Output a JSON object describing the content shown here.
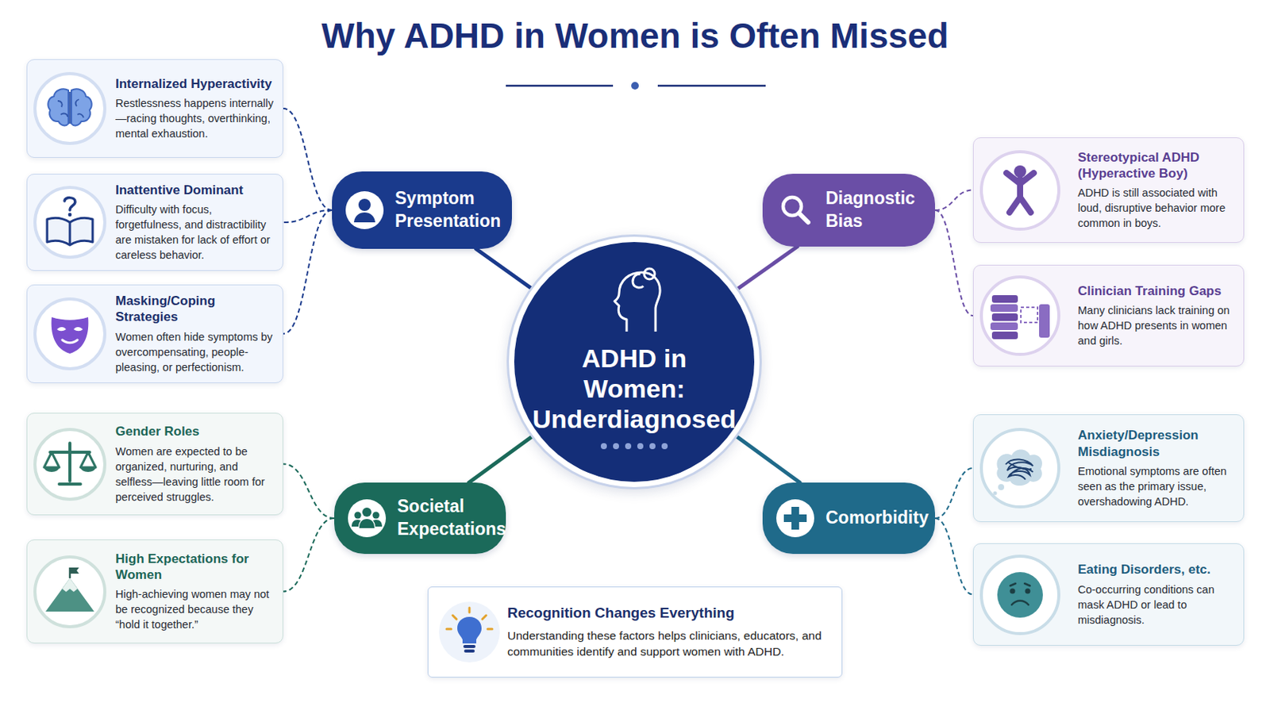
{
  "diagram": {
    "title": "Why ADHD in Women is Often Missed",
    "nodes": [
      {
        "text": [
          "Internalized Hyperactivity",
          "Restlessness happens internally—racing thoughts, overthinking, mental exhaustion."
        ]
      },
      {
        "text": [
          "Inattentive Dominant",
          "Difficulty with focus, forgetfulness, and distractibility are mistaken for lack of effort or careless behavior."
        ]
      },
      {
        "text": [
          "Masking/Coping Strategies",
          "Women often hide symptoms by overcompensating, people-pleasing, or perfectionism."
        ]
      },
      {
        "text": [
          "Symptom Presentation"
        ]
      },
      {
        "text": [
          "Diagnostic Bias"
        ]
      },
      {
        "text": [
          "Stereotypical ADHD (Hyperactive Boy)",
          "ADHD is still associated with loud, disruptive behavior more common in boys."
        ]
      },
      {
        "text": [
          "Clinician Training Gaps",
          "Many clinicians lack training on how ADHD presents in women and girls."
        ]
      },
      {
        "text": [
          "ADHD in Women: Underdiagnosed"
        ]
      },
      {
        "text": [
          "Gender Roles",
          "Women are expected to be organized, nurturing, and selfless—leaving little room for perceived struggles."
        ]
      },
      {
        "text": [
          "High Expectations for Women",
          "High-achieving women may not be recognized because they “hold it together.”"
        ]
      },
      {
        "text": [
          "Societal Expectations"
        ]
      },
      {
        "text": [
          "Comorbidity"
        ]
      },
      {
        "text": [
          "Anxiety/Depression Misdiagnosis",
          "Emotional symptoms are often seen as the primary issue, overshadowing ADHD."
        ]
      },
      {
        "text": [
          "Eating Disorders, etc.",
          "Co-occurring conditions can mask ADHD or lead to misdiagnosis."
        ]
      },
      {
        "text": [
          "Recognition Changes Everything",
          "Understanding these factors helps clinicians, educators, and communities identify and support women with ADHD."
        ]
      }
    ],
    "edges": [
      {
        "from": 7,
        "to": 3,
        "arrow": "none"
      },
      {
        "from": 7,
        "to": 4,
        "arrow": "none"
      },
      {
        "from": 7,
        "to": 10,
        "arrow": "none"
      },
      {
        "from": 7,
        "to": 11,
        "arrow": "none"
      },
      {
        "from": 3,
        "to": 0,
        "arrow": "none"
      },
      {
        "from": 3,
        "to": 1,
        "arrow": "none"
      },
      {
        "from": 3,
        "to": 2,
        "arrow": "none"
      },
      {
        "from": 4,
        "to": 5,
        "arrow": "none"
      },
      {
        "from": 4,
        "to": 6,
        "arrow": "none"
      },
      {
        "from": 10,
        "to": 8,
        "arrow": "none"
      },
      {
        "from": 10,
        "to": 9,
        "arrow": "none"
      },
      {
        "from": 11,
        "to": 12,
        "arrow": "none"
      },
      {
        "from": 11,
        "to": 13,
        "arrow": "none"
      }
    ]
  }
}
